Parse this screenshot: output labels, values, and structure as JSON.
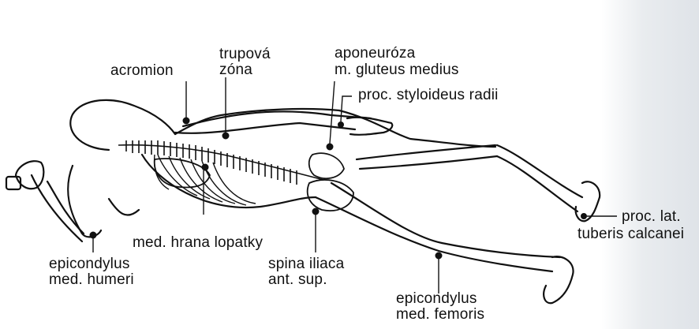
{
  "labels": {
    "acromion": "acromion",
    "trupova_line1": "trupová",
    "trupova_line2": "zóna",
    "aponeuroza_line1": "aponeuróza",
    "aponeuroza_line2": "m. gluteus medius",
    "proc_styloideus": "proc. styloideus radii",
    "proc_lat_line1": "proc. lat.",
    "proc_lat_line2": "tuberis calcanei",
    "med_hrana": "med. hrana lopatky",
    "epicondylus_humeri_line1": "epicondylus",
    "epicondylus_humeri_line2": "med. humeri",
    "spina_line1": "spina iliaca",
    "spina_line2": "ant. sup.",
    "epicondylus_femoris_line1": "epicondylus",
    "epicondylus_femoris_line2": "med. femoris"
  },
  "colors": {
    "ink": "#111111",
    "paper": "#ffffff",
    "page_edge_shadow": "#dfe3e8"
  }
}
